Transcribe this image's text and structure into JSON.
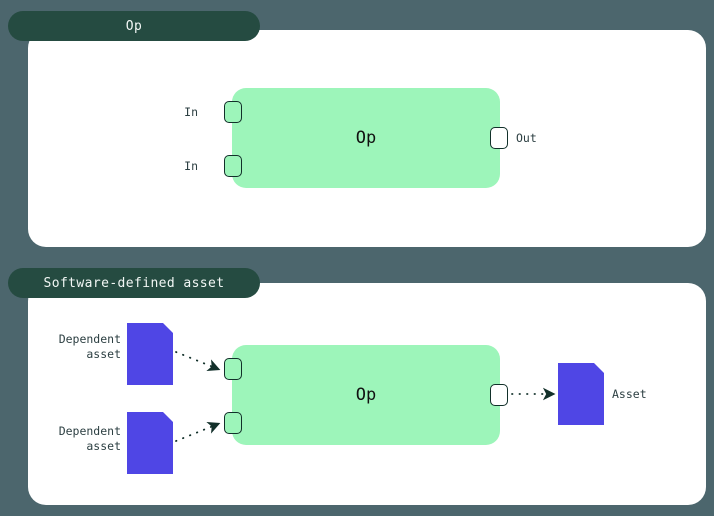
{
  "theme": {
    "background": "#4c666d",
    "panel_bg": "#ffffff",
    "tab_bg": "#254b41",
    "tab_text": "#f2f7f5",
    "op_fill": "#9df5ba",
    "port_stroke": "#12302a",
    "asset_fill": "#4f46e5",
    "connector": "#12302a",
    "label_text": "#2c3f42"
  },
  "panels": [
    {
      "tab_label": "Op",
      "op_label": "Op",
      "ports": {
        "inputs": [
          {
            "label": "In",
            "port_name": "input-port-top"
          },
          {
            "label": "In",
            "port_name": "input-port-bottom"
          }
        ],
        "outputs": [
          {
            "label": "Out",
            "port_name": "output-port"
          }
        ]
      }
    },
    {
      "tab_label": "Software-defined asset",
      "op_label": "Op",
      "ports": {
        "inputs": [
          {
            "label": "",
            "port_name": "input-port-top"
          },
          {
            "label": "",
            "port_name": "input-port-bottom"
          }
        ],
        "outputs": [
          {
            "label": "",
            "port_name": "output-port"
          }
        ]
      },
      "assets": {
        "dependencies": [
          {
            "label": "Dependent\nasset",
            "icon": "document-icon"
          },
          {
            "label": "Dependent\nasset",
            "icon": "document-icon"
          }
        ],
        "produced": {
          "label": "Asset",
          "icon": "document-icon"
        }
      }
    }
  ]
}
